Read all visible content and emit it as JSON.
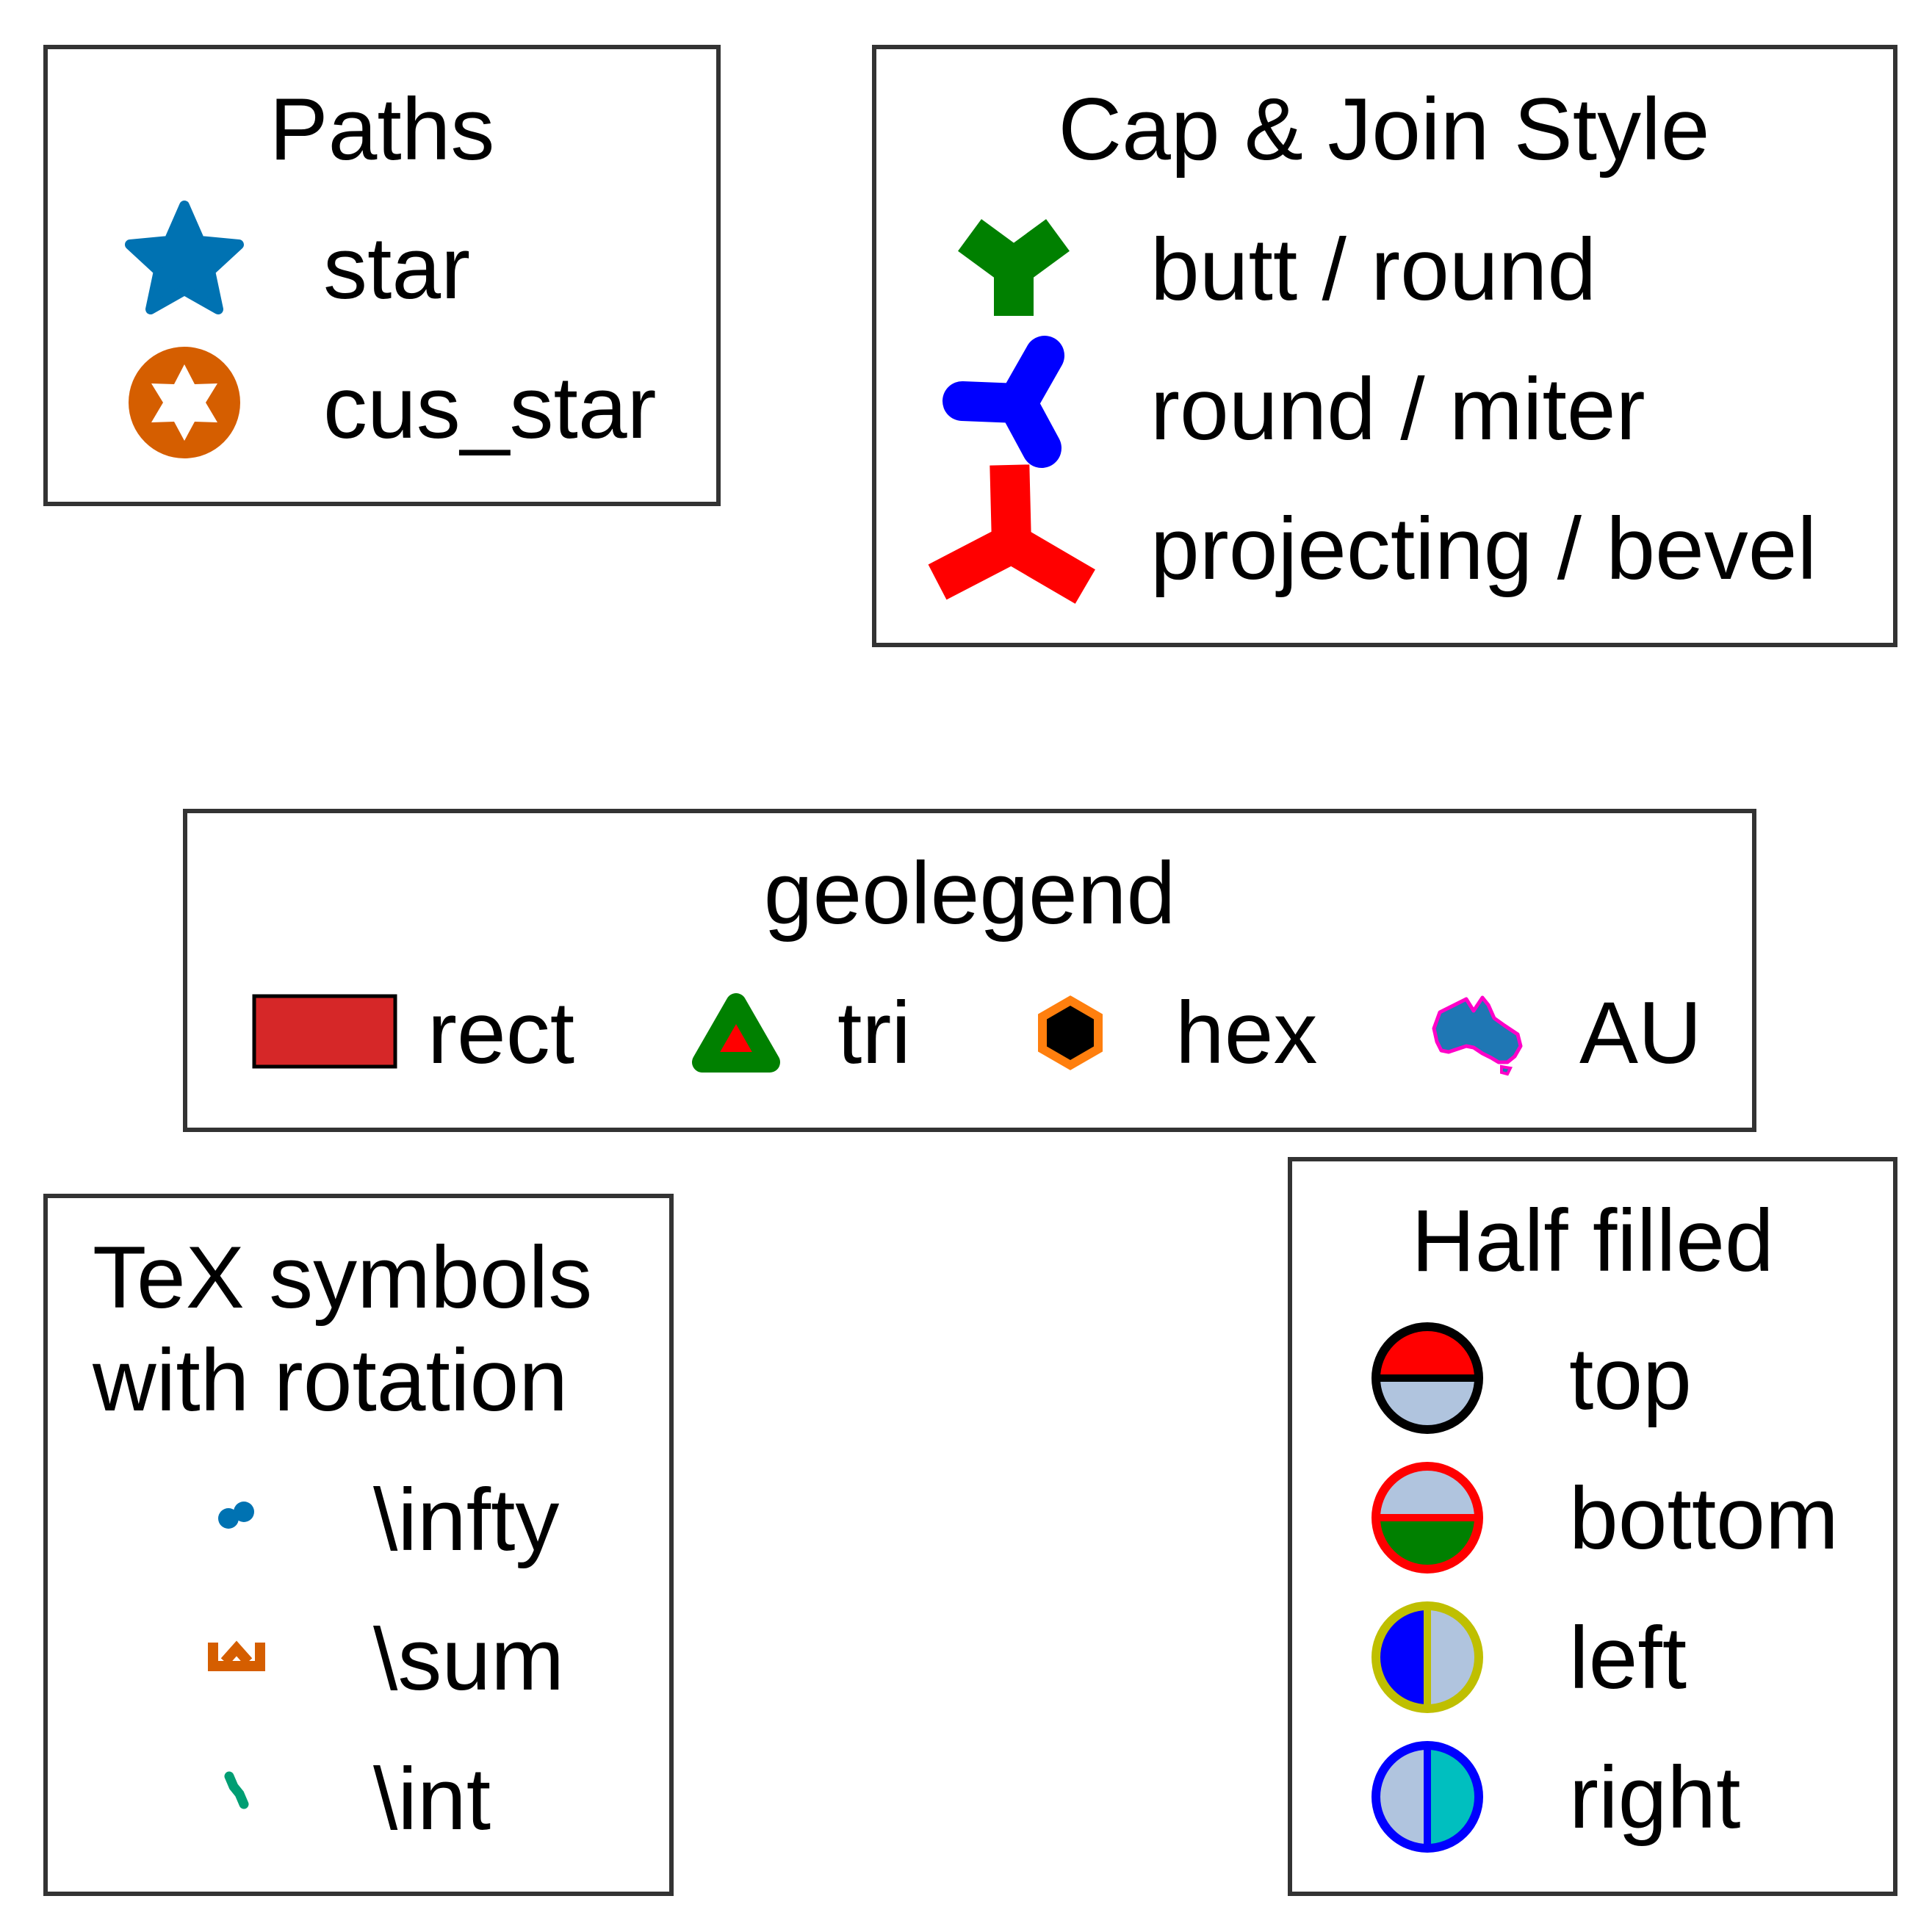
{
  "colors": {
    "frame": "#333333",
    "blue": "#0072b2",
    "orange": "#d55e00",
    "green": "#008000",
    "teal": "#009e73",
    "pure_blue": "#0000ff",
    "red": "#ff0000",
    "rect_red": "#d62728",
    "hex_orange": "#ff7f0e",
    "au_blue": "#1f77b4",
    "au_edge": "#ff00c8",
    "light_steel": "#b0c4de",
    "olive": "#bfbf00",
    "cyan": "#00bfbf"
  },
  "paths_legend": {
    "title": "Paths",
    "items": [
      {
        "label": "star",
        "icon": "star-icon"
      },
      {
        "label": "cus_star",
        "icon": "custom-star-disc-icon"
      }
    ]
  },
  "cap_join_legend": {
    "title": "Cap & Join Style",
    "items": [
      {
        "label": "butt / round",
        "icon": "tri-arm-butt-icon"
      },
      {
        "label": "round / miter",
        "icon": "tri-arm-round-icon"
      },
      {
        "label": "projecting / bevel",
        "icon": "tri-arm-projecting-icon"
      }
    ]
  },
  "geo_legend": {
    "title": "geolegend",
    "items": [
      {
        "label": "rect",
        "icon": "rectangle-icon"
      },
      {
        "label": "tri",
        "icon": "triangle-icon"
      },
      {
        "label": "hex",
        "icon": "hexagon-icon"
      },
      {
        "label": "AU",
        "icon": "australia-icon"
      }
    ]
  },
  "tex_legend": {
    "title_line1": "TeX symbols",
    "title_line2": "with rotation",
    "items": [
      {
        "label": "\\infty",
        "icon": "infinity-icon"
      },
      {
        "label": "\\sum",
        "icon": "sum-icon"
      },
      {
        "label": "\\int",
        "icon": "integral-icon"
      }
    ]
  },
  "half_legend": {
    "title": "Half filled",
    "items": [
      {
        "label": "top",
        "icon": "half-top-circle-icon"
      },
      {
        "label": "bottom",
        "icon": "half-bottom-circle-icon"
      },
      {
        "label": "left",
        "icon": "half-left-circle-icon"
      },
      {
        "label": "right",
        "icon": "half-right-circle-icon"
      }
    ]
  }
}
